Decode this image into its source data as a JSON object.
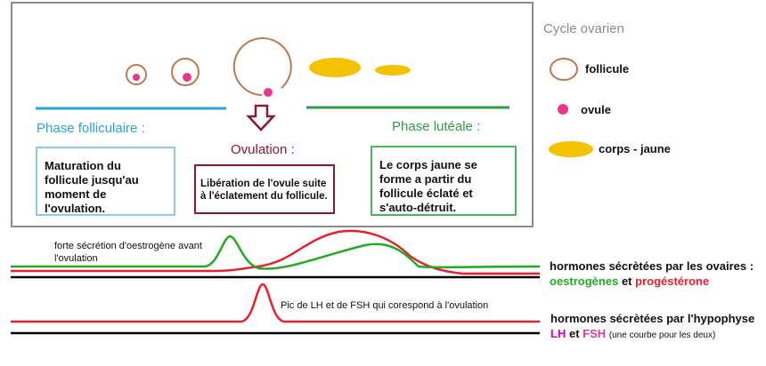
{
  "legend": {
    "title": "Cycle ovarien",
    "items": [
      {
        "label": "follicule",
        "icon": "follicle-ring-icon",
        "color": "#c0784a"
      },
      {
        "label": "ovule",
        "icon": "ovum-dot-icon",
        "color": "#e8388a"
      },
      {
        "label": "corps - jaune",
        "icon": "corpus-luteum-icon",
        "color": "#f5c200"
      }
    ]
  },
  "phases": {
    "follicular": {
      "title": "Phase folliculaire :",
      "text": "Maturation du follicule jusqu'au moment de l'ovulation.",
      "color": "#29a3d6"
    },
    "ovulation": {
      "title": "Ovulation :",
      "text": "Libération de l'ovule suite à l'éclatement du follicule.",
      "color": "#8b1a2a"
    },
    "luteal": {
      "title": "Phase lutéale :",
      "text": "Le corps jaune se forme a partir du follicule éclaté et s'auto-détruit.",
      "color": "#2e9e48"
    }
  },
  "annotations": {
    "estrogen_peak": "forte sécrétion d'oestrogène avant l'ovulation",
    "lh_fsh_peak": "Pic de LH et de FSH qui corespond à l'ovulation"
  },
  "hormones": {
    "ovarian": {
      "title": "hormones sécrètées par les ovaires :",
      "estrogen": "oestrogènes",
      "connector": "et",
      "progesterone": "progéstérone",
      "estrogen_color": "#22aa22",
      "progesterone_color": "#e8202a"
    },
    "pituitary": {
      "title": "hormones sécrètées par l'hypophyse",
      "lh": "LH",
      "connector": "et",
      "fsh": "FSH",
      "note": "(une courbe pour les deux)",
      "lh_color": "#cc00cc",
      "fsh_color": "#e8388a"
    }
  },
  "colors": {
    "frame": "#8c8c8c",
    "follicle": "#c0784a",
    "ovum": "#e8388a",
    "corpus_luteum": "#f5c200",
    "arrow": "#8b1a2a",
    "estrogen_curve": "#22aa22",
    "progesterone_curve": "#e8202a",
    "lh_fsh_curve": "#e8202a",
    "baseline": "#000000"
  }
}
